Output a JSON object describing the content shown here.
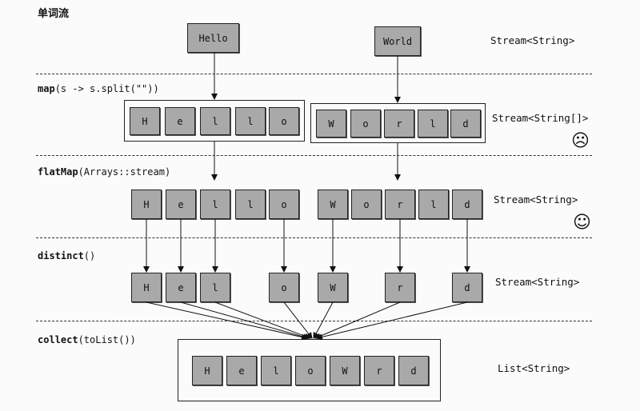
{
  "title": "单词流",
  "operations": {
    "map": {
      "name": "map",
      "args": "(s -> s.split(\"\"))"
    },
    "flatMap": {
      "name": "flatMap",
      "args": "(Arrays::stream)"
    },
    "distinct": {
      "name": "distinct",
      "args": "()"
    },
    "collect": {
      "name": "collect",
      "args": "(toList())"
    }
  },
  "types": {
    "t1": "Stream<String>",
    "t2": "Stream<String[]>",
    "t3": "Stream<String>",
    "t4": "Stream<String>",
    "t5": "List<String>"
  },
  "words": [
    "Hello",
    "World"
  ],
  "map_stage": [
    [
      "H",
      "e",
      "l",
      "l",
      "o"
    ],
    [
      "W",
      "o",
      "r",
      "l",
      "d"
    ]
  ],
  "flat_stage": [
    "H",
    "e",
    "l",
    "l",
    "o",
    "W",
    "o",
    "r",
    "l",
    "d"
  ],
  "distinct_stage": [
    "H",
    "e",
    "l",
    "o",
    "W",
    "r",
    "d"
  ],
  "result": [
    "H",
    "e",
    "l",
    "o",
    "W",
    "r",
    "d"
  ],
  "faces": {
    "sad": "☹",
    "happy": "☺"
  }
}
